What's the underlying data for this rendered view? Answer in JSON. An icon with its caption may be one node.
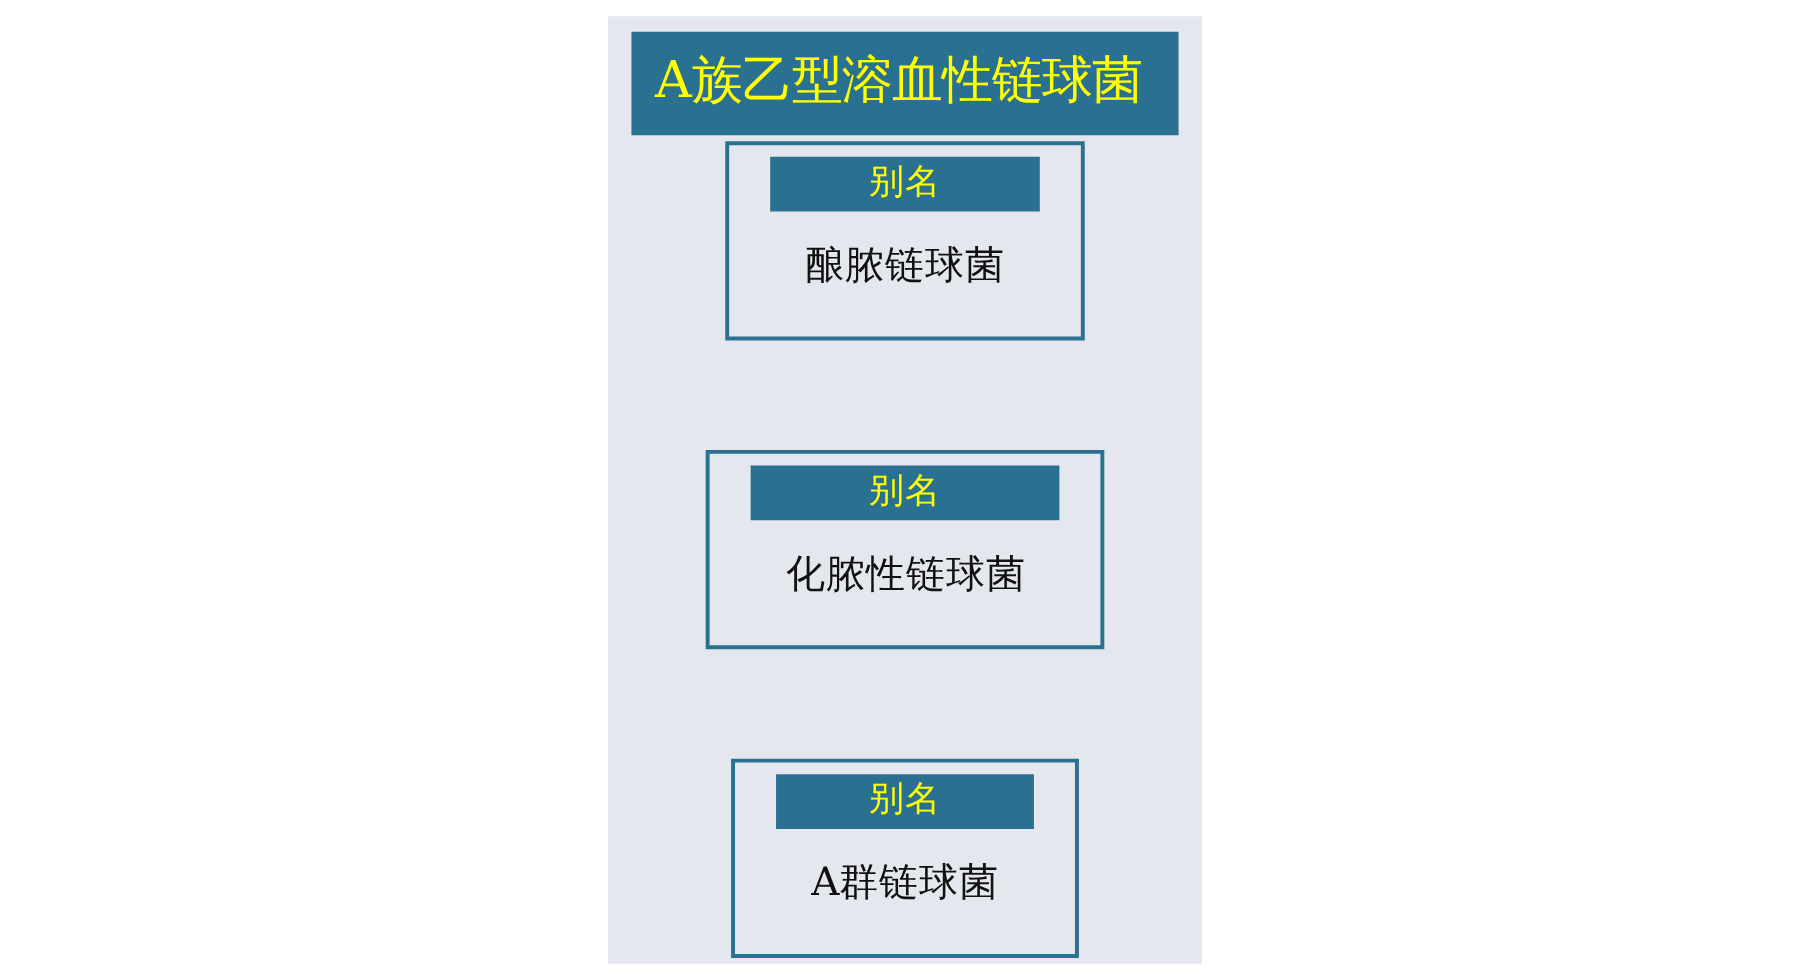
{
  "diagram": {
    "title": "A族乙型溶血性链球菌",
    "nodes": [
      {
        "text": [
          "别名",
          "A群链球菌"
        ]
      },
      {
        "text": [
          "别名",
          "化脓性链球菌"
        ]
      },
      {
        "text": [
          "别名",
          "酿脓链球菌"
        ]
      }
    ]
  }
}
